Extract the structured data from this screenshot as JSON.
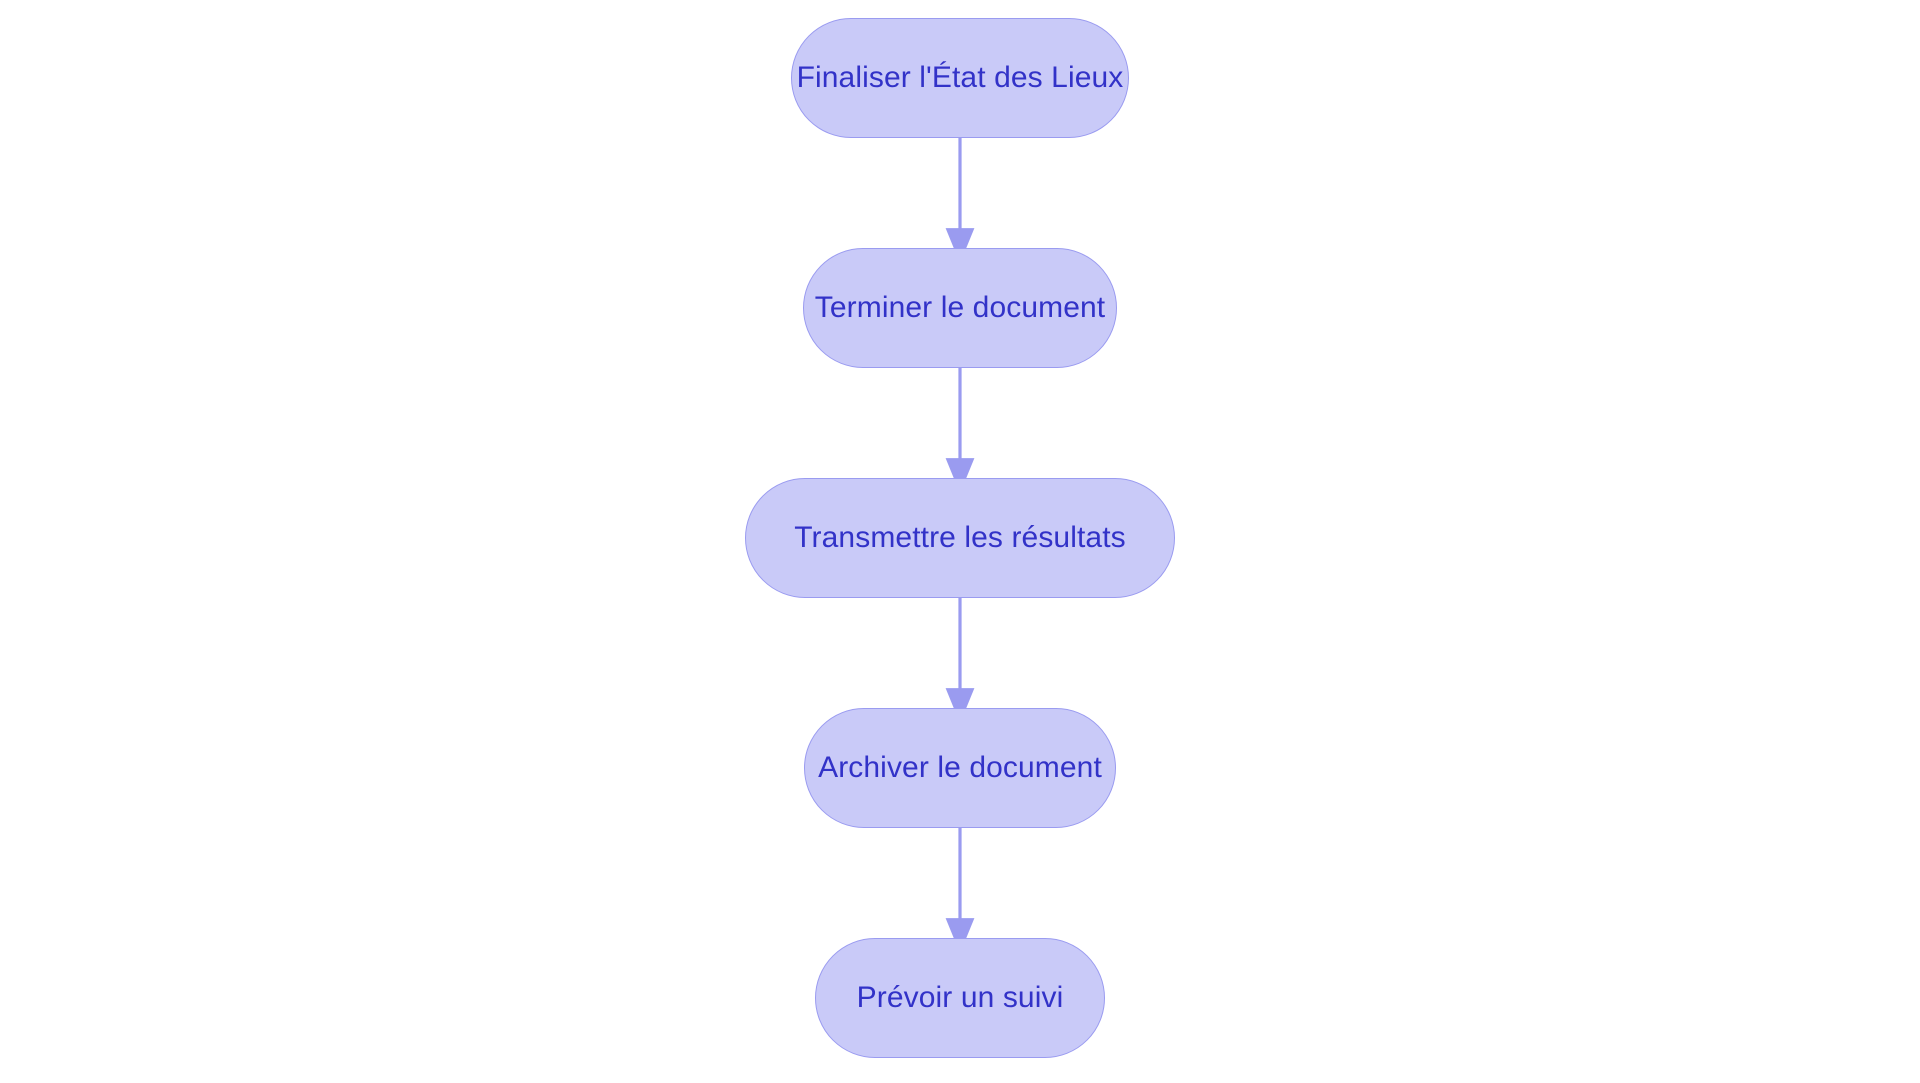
{
  "diagram": {
    "title": "Finaliser l'État des Lieux",
    "type": "flowchart",
    "direction": "top-to-bottom",
    "background_color": "#ffffff",
    "node_fill_color": "#c9caf8",
    "node_border_color": "#9a9bf0",
    "node_text_color": "#3232c8",
    "edge_color": "#9a9bf0",
    "nodes": [
      {
        "id": "n0",
        "label": "Finaliser l'État des Lieux",
        "shape": "stadium"
      },
      {
        "id": "n1",
        "label": "Terminer le document",
        "shape": "stadium"
      },
      {
        "id": "n2",
        "label": "Transmettre les résultats",
        "shape": "stadium"
      },
      {
        "id": "n3",
        "label": "Archiver le document",
        "shape": "stadium"
      },
      {
        "id": "n4",
        "label": "Prévoir un suivi",
        "shape": "stadium"
      }
    ],
    "edges": [
      {
        "id": "e0",
        "from": "n0",
        "to": "n1",
        "label": "",
        "arrow": "arrow-down-icon"
      },
      {
        "id": "e1",
        "from": "n1",
        "to": "n2",
        "label": "",
        "arrow": "arrow-down-icon"
      },
      {
        "id": "e2",
        "from": "n2",
        "to": "n3",
        "label": "",
        "arrow": "arrow-down-icon"
      },
      {
        "id": "e3",
        "from": "n3",
        "to": "n4",
        "label": "",
        "arrow": "arrow-down-icon"
      }
    ]
  }
}
